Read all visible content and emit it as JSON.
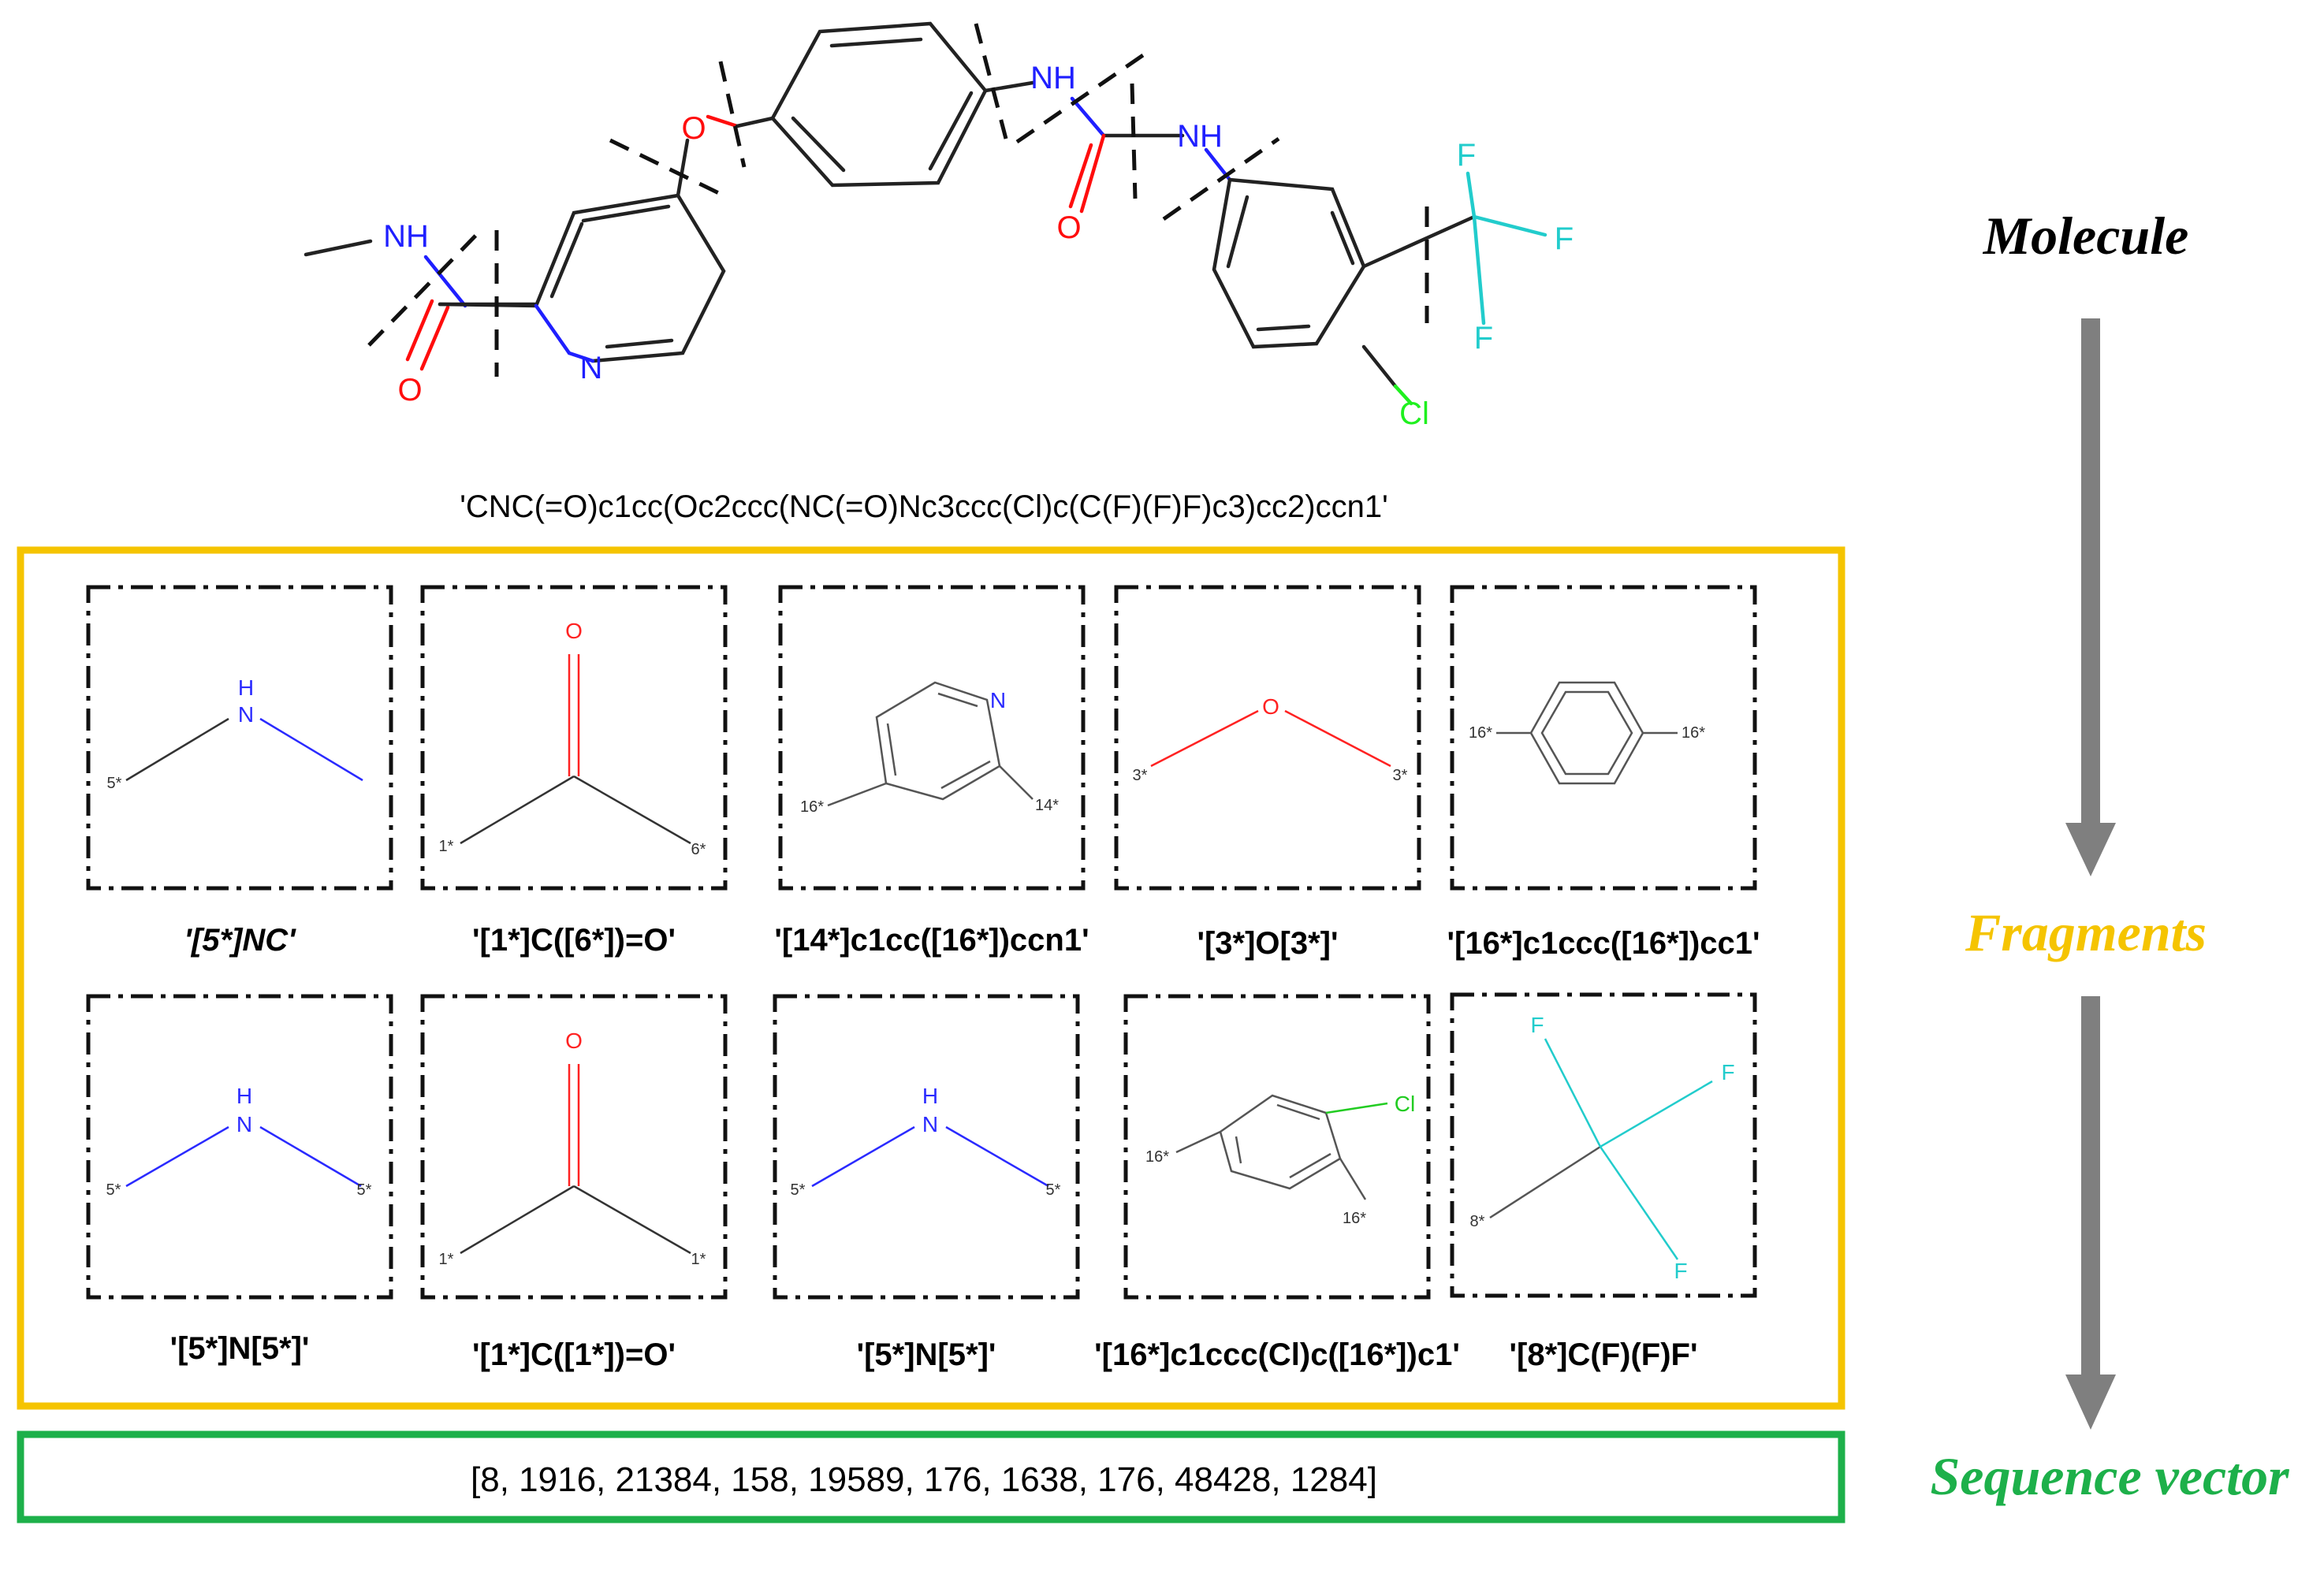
{
  "molecule": {
    "smiles": "'CNC(=O)c1cc(Oc2ccc(NC(=O)Nc3ccc(Cl)c(C(F)(F)F)c3)cc2)ccn1'",
    "atoms": {
      "nh_left": "NH",
      "o_ether": "O",
      "nh_mid": "NH",
      "nh_right": "NH",
      "o_amide_left": "O",
      "o_urea": "O",
      "n_pyridine": "N",
      "f1": "F",
      "f2": "F",
      "f3": "F",
      "cl": "Cl"
    }
  },
  "stage_labels": {
    "molecule": "Molecule",
    "fragments": "Fragments",
    "sequence_vector": "Sequence vector"
  },
  "fragments": [
    {
      "smiles": "'[5*]NC'",
      "atoms": [
        "H",
        "N"
      ],
      "dummies": [
        "5*"
      ]
    },
    {
      "smiles": "'[1*]C([6*])=O'",
      "atoms": [
        "O"
      ],
      "dummies": [
        "1*",
        "6*"
      ]
    },
    {
      "smiles": "'[14*]c1cc([16*])ccn1'",
      "atoms": [
        "N"
      ],
      "dummies": [
        "16*",
        "14*"
      ]
    },
    {
      "smiles": "'[3*]O[3*]'",
      "atoms": [
        "O"
      ],
      "dummies": [
        "3*",
        "3*"
      ]
    },
    {
      "smiles": "'[16*]c1ccc([16*])cc1'",
      "atoms": [],
      "dummies": [
        "16*",
        "16*"
      ]
    },
    {
      "smiles": "'[5*]N[5*]'",
      "atoms": [
        "H",
        "N"
      ],
      "dummies": [
        "5*",
        "5*"
      ]
    },
    {
      "smiles": "'[1*]C([1*])=O'",
      "atoms": [
        "O"
      ],
      "dummies": [
        "1*",
        "1*"
      ]
    },
    {
      "smiles": "'[5*]N[5*]'",
      "atoms": [
        "H",
        "N"
      ],
      "dummies": [
        "5*",
        "5*"
      ]
    },
    {
      "smiles": "'[16*]c1ccc(Cl)c([16*])c1'",
      "atoms": [
        "Cl"
      ],
      "dummies": [
        "16*",
        "16*"
      ]
    },
    {
      "smiles": "'[8*]C(F)(F)F'",
      "atoms": [
        "F",
        "F",
        "F"
      ],
      "dummies": [
        "8*"
      ]
    }
  ],
  "sequence_vector": "[8, 1916, 21384, 158, 19589, 176, 1638, 176, 48428, 1284]",
  "colors": {
    "fragments_box": "#f5c400",
    "sequence_box": "#1db04a",
    "arrow": "#7f7f7f",
    "nitrogen": "#1f1fff",
    "oxygen": "#ff0d0d",
    "fluorine": "#22cccc",
    "chlorine": "#1ff01f",
    "bond": "#222222"
  }
}
